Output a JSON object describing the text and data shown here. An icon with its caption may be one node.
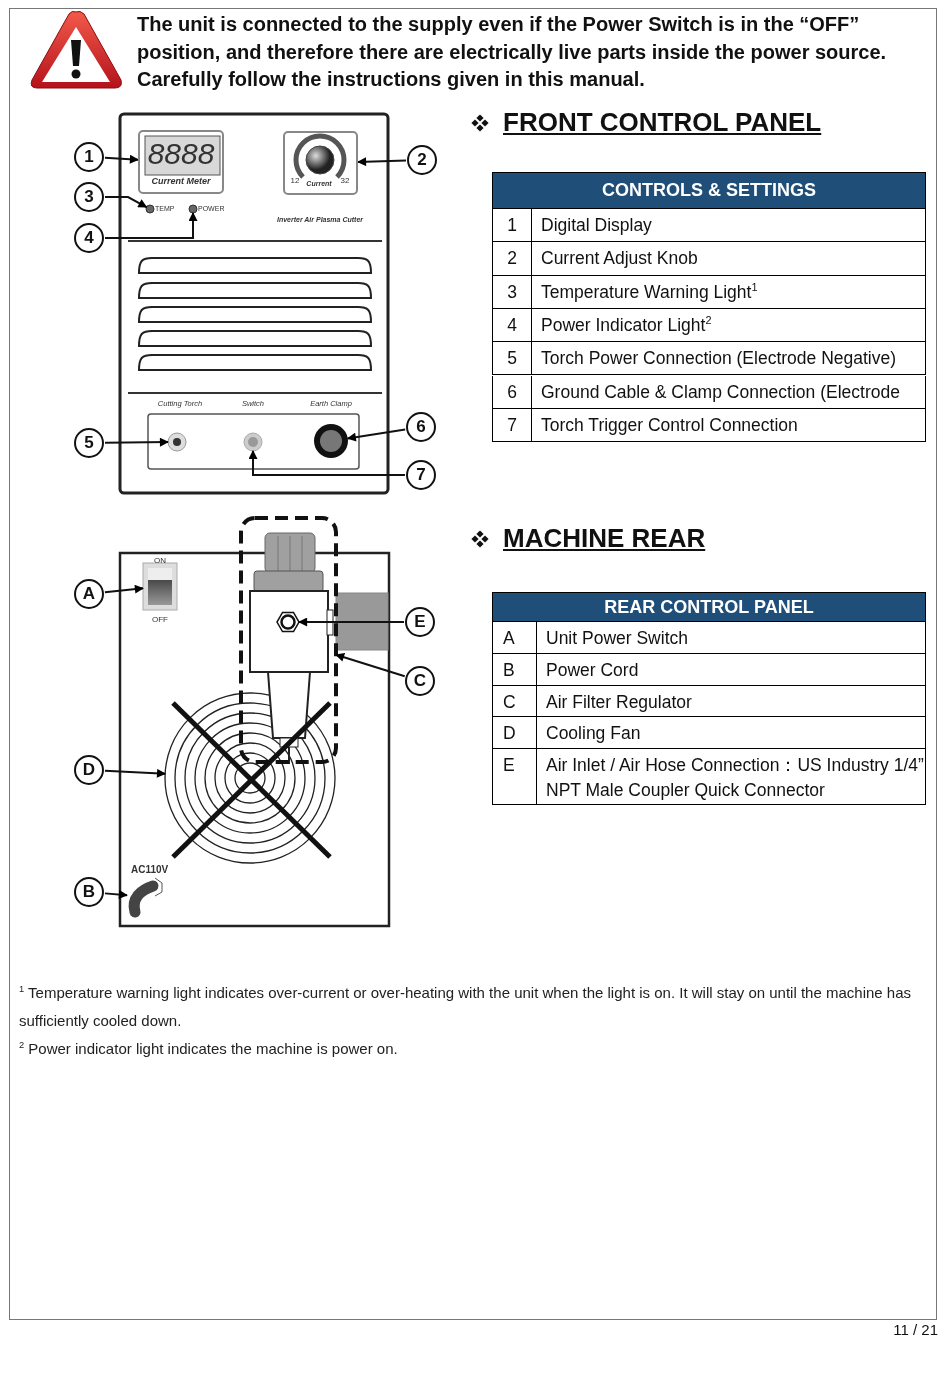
{
  "diagram": {
    "nodes": [
      {
        "text": [
          "1"
        ]
      },
      {
        "text": [
          "2"
        ]
      },
      {
        "text": [
          "3"
        ]
      },
      {
        "text": [
          "4"
        ]
      },
      {
        "text": [
          "5"
        ]
      },
      {
        "text": [
          "6"
        ]
      },
      {
        "text": [
          "7"
        ]
      },
      {
        "text": [
          "8888",
          "Current Meter"
        ]
      },
      {
        "text": [
          "12",
          "Current",
          "32"
        ]
      },
      {
        "text": [],
        "shape": "circle",
        "beside": [
          "TEMP"
        ]
      },
      {
        "text": [],
        "shape": "circle",
        "beside": [
          "POWER"
        ]
      },
      {
        "text": [],
        "shape": "circle",
        "beside": [
          "Cutting Torch"
        ]
      },
      {
        "text": [],
        "shape": "circle",
        "beside": [
          "Earth Clamp"
        ]
      },
      {
        "text": [],
        "shape": "circle",
        "beside": [
          "Switch"
        ]
      },
      {
        "text": [
          "A"
        ]
      },
      {
        "text": [
          "B"
        ]
      },
      {
        "text": [
          "C"
        ]
      },
      {
        "text": [
          "D"
        ]
      },
      {
        "text": [
          "E"
        ]
      },
      {
        "text": [],
        "shape": "box",
        "beside": [
          "ON",
          "OFF"
        ]
      },
      {
        "text": [],
        "shape": "cable",
        "beside": [
          "AC110V"
        ]
      },
      {
        "text": [],
        "shape": "box"
      },
      {
        "text": [],
        "shape": "circle"
      },
      {
        "text": [],
        "shape": "hexagon",
        "in": 21
      }
    ],
    "edges": [
      {
        "from": 0,
        "to": 7,
        "arrow": "to"
      },
      {
        "from": 1,
        "to": 8,
        "arrow": "to"
      },
      {
        "from": 2,
        "to": 9,
        "arrow": "to"
      },
      {
        "from": 3,
        "to": 10,
        "arrow": "to"
      },
      {
        "from": 4,
        "to": 11,
        "arrow": "to"
      },
      {
        "from": 5,
        "to": 12,
        "arrow": "to"
      },
      {
        "from": 6,
        "to": 13,
        "arrow": "to"
      },
      {
        "from": 14,
        "to": 19,
        "arrow": "to"
      },
      {
        "from": 15,
        "to": 20,
        "arrow": "to"
      },
      {
        "from": 16,
        "to": 21,
        "arrow": "to"
      },
      {
        "from": 17,
        "to": 22,
        "arrow": "to"
      },
      {
        "from": 18,
        "to": 23,
        "arrow": "to"
      }
    ],
    "labels": [
      "The unit is connected to the supply even if the Power Switch is in the “OFF” position, and therefore there are electrically live parts inside the power source. Carefully follow the instructions given in this manual.",
      "FRONT CONTROL PANEL",
      "CONTROLS & SETTINGS",
      "1",
      "Digital Display",
      "2",
      "Current Adjust Knob",
      "3",
      "Temperature Warning Light$^{1}$",
      "4",
      "Power Indicator Light$^{2}$",
      "5",
      "Torch Power Connection (Electrode Negative)",
      "6",
      "Ground Cable & Clamp Connection (Electrode",
      "7",
      "Torch Trigger Control Connection",
      "Inverter Air Plasma Cutter",
      "MACHINE REAR",
      "REAR CONTROL PANEL",
      "A",
      "Unit Power Switch",
      "B",
      "Power Cord",
      "C",
      "Air Filter Regulator",
      "D",
      "Cooling Fan",
      "E",
      "Air Inlet / Air Hose Connection：US Industry 1/4” NPT Male Coupler Quick Connector",
      "$^{1}$ Temperature warning light indicates over-current or over-heating with the unit when the light is on. It will stay on until the machine has sufficiently cooled down.",
      "$^{2}$ Power indicator light indicates the machine is power on.",
      "11 / 21"
    ]
  }
}
